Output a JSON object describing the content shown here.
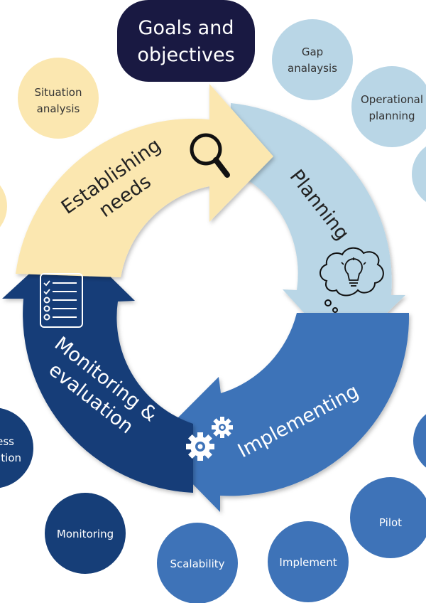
{
  "diagram": {
    "center": {
      "title_line1": "Goals and",
      "title_line2": "objectives"
    },
    "stages": {
      "establishing": {
        "line1": "Establishing",
        "line2": "needs",
        "icon": "magnifier-icon",
        "color": "#FBE7B0"
      },
      "planning": {
        "label": "Planning",
        "icon": "lightbulb-thought-icon",
        "color": "#B9D6E6"
      },
      "implementing": {
        "label": "Implementing",
        "icon": "gears-icon",
        "color": "#3E73B8"
      },
      "monitoring": {
        "line1": "Monitoring &",
        "line2": "evaluation",
        "icon": "checklist-icon",
        "color": "#163E78"
      }
    },
    "bubbles": {
      "situation": {
        "line1": "Situation",
        "line2": "analysis"
      },
      "gap": {
        "line1": "Gap",
        "line2": "analaysis"
      },
      "operational": {
        "line1": "Operational",
        "line2": "planning"
      },
      "process_partial": {
        "line1": "ess",
        "line2": "tion"
      },
      "monitoring": {
        "label": "Monitoring"
      },
      "scalability": {
        "label": "Scalability"
      },
      "implement": {
        "label": "Implement"
      },
      "pilot": {
        "label": "Pilot"
      }
    }
  }
}
